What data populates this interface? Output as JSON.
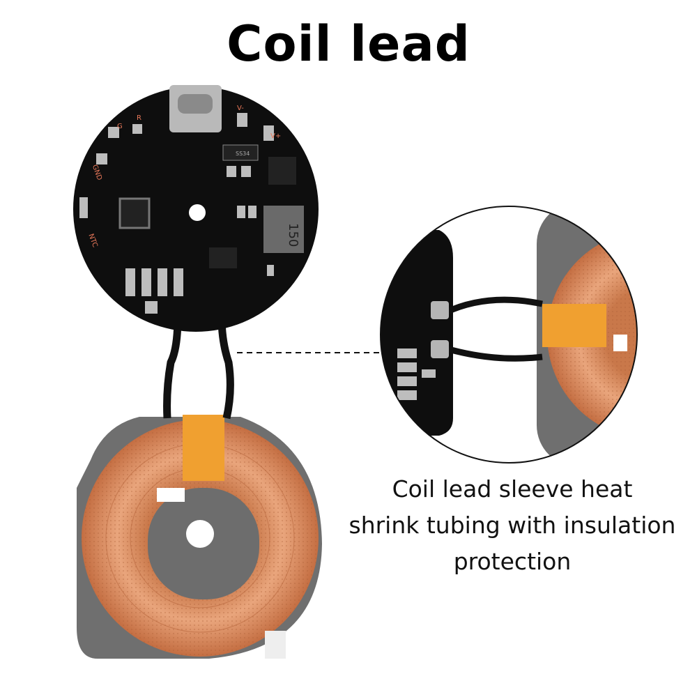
{
  "title": "Coil lead",
  "caption": {
    "lines": [
      "Coil lead sleeve heat",
      "shrink tubing with insulation",
      "protection"
    ]
  },
  "pcb_silkscreen": [
    "V-",
    "V+",
    "R",
    "G",
    "GND",
    "NTC",
    "SS34",
    "150"
  ],
  "colors": {
    "pcb": "#0e0e0e",
    "copper": "#d98a5c",
    "tape": "#f0a030",
    "plate": "#6e6e6e"
  }
}
